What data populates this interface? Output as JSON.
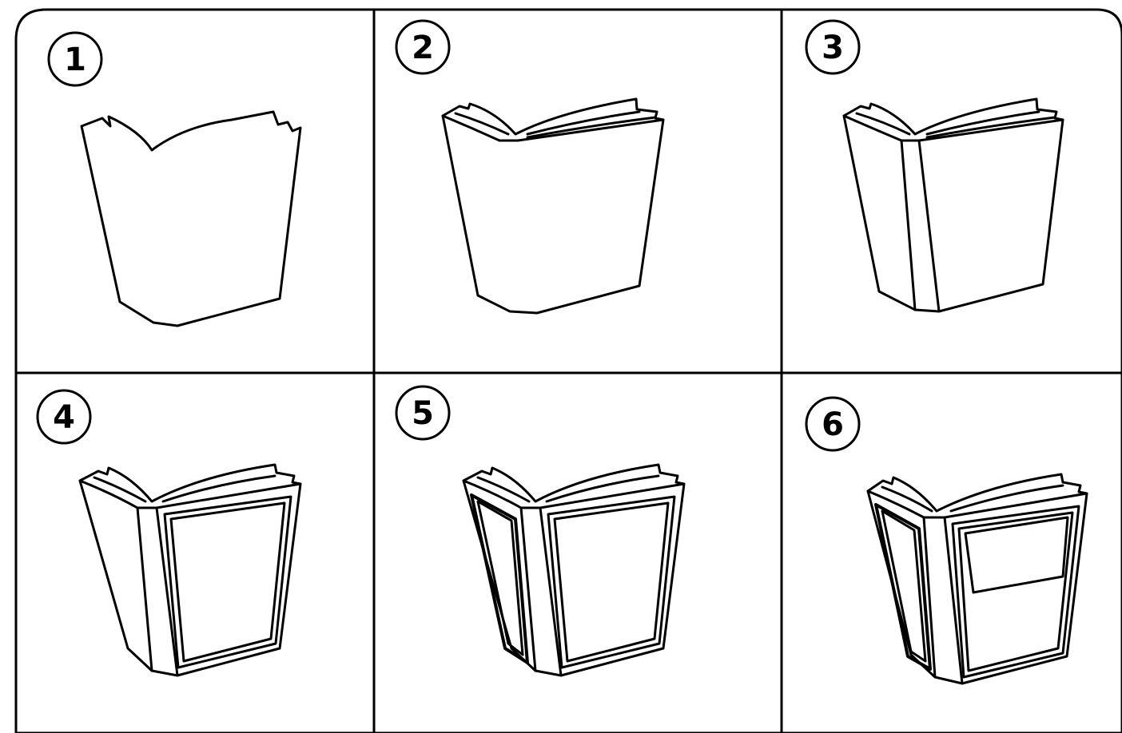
{
  "steps": [
    {
      "number": "1"
    },
    {
      "number": "2"
    },
    {
      "number": "3"
    },
    {
      "number": "4"
    },
    {
      "number": "5"
    },
    {
      "number": "6"
    }
  ],
  "colors": {
    "line": "#000000",
    "background": "#ffffff"
  },
  "icons": [
    "open-book-outline-icon",
    "open-book-with-pages-icon",
    "open-book-with-spine-icon",
    "open-book-with-front-panel-icon",
    "open-book-with-back-panel-icon",
    "open-book-with-title-plate-icon"
  ]
}
